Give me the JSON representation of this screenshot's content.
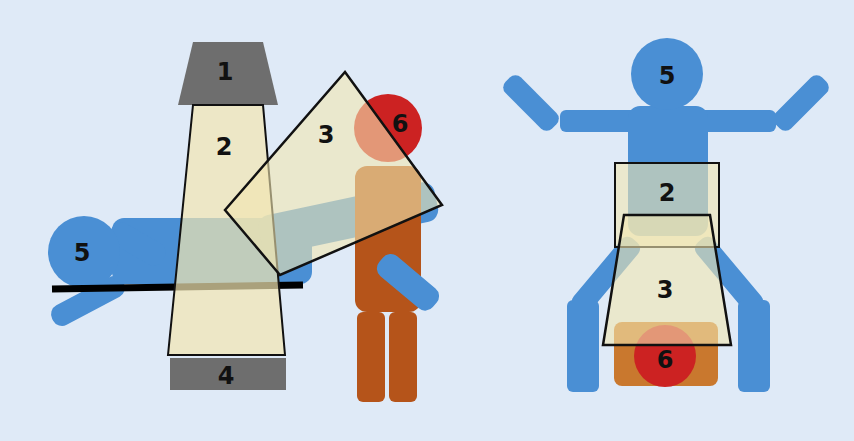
{
  "diagram": {
    "labels": [
      "1",
      "2",
      "3",
      "6",
      "5",
      "4",
      "5",
      "2",
      "3",
      "6"
    ]
  }
}
